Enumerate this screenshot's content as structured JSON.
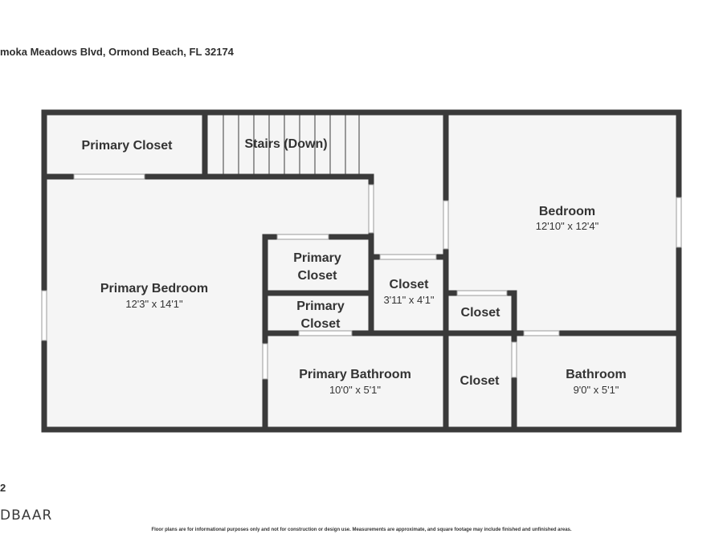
{
  "header": {
    "address": "moka Meadows Blvd, Ormond Beach, FL 32174"
  },
  "footer": {
    "page_number": "2",
    "brand": "DBAAR",
    "disclaimer": "Floor plans are for informational purposes only and not for construction or design use. Measurements are approximate, and square footage may include finished and unfinished areas."
  },
  "colors": {
    "wall": "#3a3a3a",
    "floor": "#f5f5f5",
    "opening": "#ffffff"
  },
  "rooms": {
    "primary_closet_top": {
      "name": "Primary Closet"
    },
    "stairs": {
      "name": "Stairs (Down)"
    },
    "bedroom": {
      "name": "Bedroom",
      "dims": "12'10\" x 12'4\""
    },
    "primary_bedroom": {
      "name": "Primary Bedroom",
      "dims": "12'3\" x 14'1\""
    },
    "primary_closet_a": {
      "name_line1": "Primary",
      "name_line2": "Closet"
    },
    "primary_closet_b": {
      "name_line1": "Primary",
      "name_line2": "Closet"
    },
    "closet_mid": {
      "name": "Closet",
      "dims": "3'11\" x 4'1\""
    },
    "closet_small": {
      "name": "Closet"
    },
    "primary_bathroom": {
      "name": "Primary Bathroom",
      "dims": "10'0\" x 5'1\""
    },
    "closet_bottom": {
      "name": "Closet"
    },
    "bathroom": {
      "name": "Bathroom",
      "dims": "9'0\" x 5'1\""
    }
  }
}
